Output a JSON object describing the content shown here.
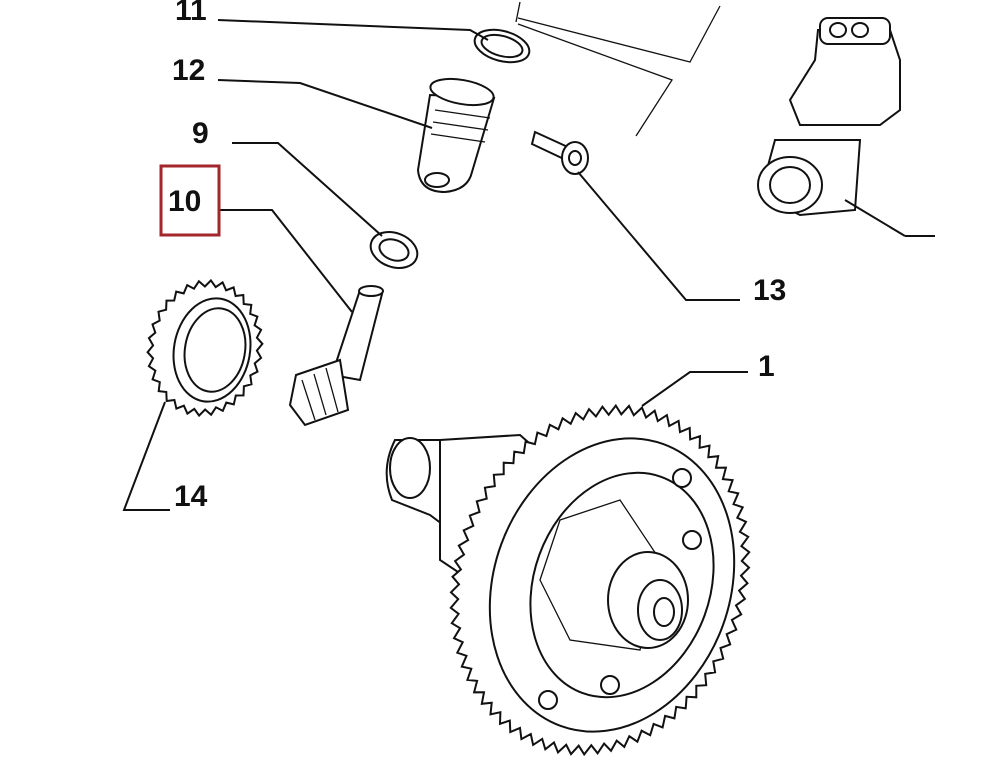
{
  "diagram": {
    "callouts": [
      {
        "id": "11",
        "label": "11"
      },
      {
        "id": "12",
        "label": "12"
      },
      {
        "id": "9",
        "label": "9"
      },
      {
        "id": "10",
        "label": "10",
        "highlighted": true
      },
      {
        "id": "13",
        "label": "13"
      },
      {
        "id": "1",
        "label": "1"
      },
      {
        "id": "14",
        "label": "14"
      }
    ],
    "highlight_color": "#a3262b"
  }
}
